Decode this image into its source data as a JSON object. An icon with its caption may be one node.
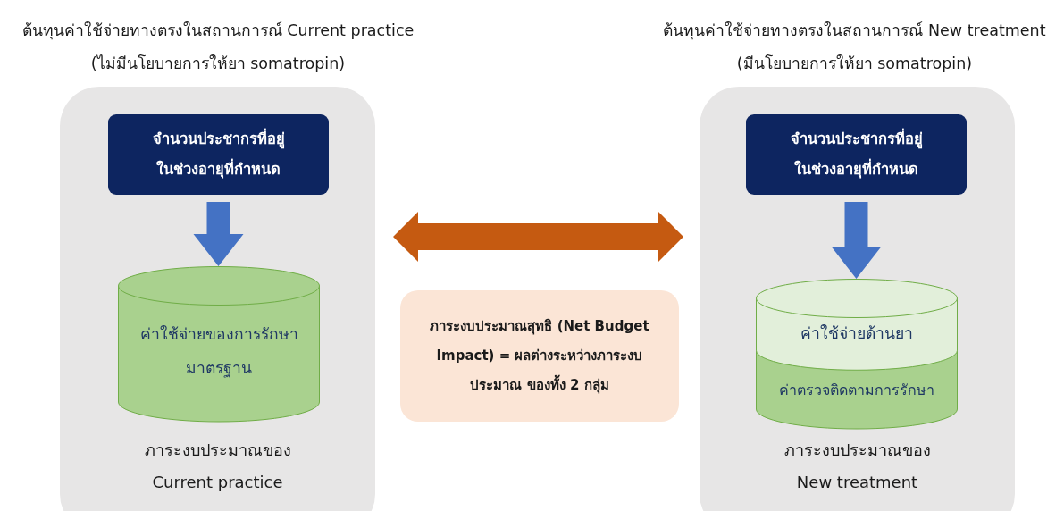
{
  "diagram": {
    "nodes": [
      {
        "text": [
          "ต้นทุนค่าใช้จ่ายทางตรงในสถานการณ์ Current practice (ไม่มีนโยบายการให้ยา somatropin)",
          "ภาระงบประมาณของ Current practice"
        ]
      },
      {
        "text": [
          "จำนวนประชากรที่อยู่ ในช่วงอายุที่กำหนด"
        ],
        "in": 0
      },
      {
        "text": [
          "ค่าใช้จ่ายของการรักษา มาตรฐาน"
        ],
        "in": 0
      },
      {
        "text": [
          "ต้นทุนค่าใช้จ่ายทางตรงในสถานการณ์ New treatment (มีนโยบายการให้ยา somatropin)",
          "ภาระงบประมาณของ New treatment"
        ]
      },
      {
        "text": [
          "จำนวนประชากรที่อยู่ ในช่วงอายุที่กำหนด"
        ],
        "in": 3
      },
      {
        "text": [
          "ค่าใช้จ่ายด้านยา",
          "ค่าตรวจติดตามการรักษา"
        ],
        "in": 3
      },
      {
        "text": [
          "ภาระงบประมาณสุทธิ (Net Budget Impact) = ผลต่างระหว่างภาระงบประมาณ ของทั้ง 2 กลุ่ม"
        ]
      }
    ],
    "edges": [
      {
        "from": 1,
        "to": 2,
        "arrow": "to"
      },
      {
        "from": 4,
        "to": 5,
        "arrow": "to"
      },
      {
        "from": 0,
        "to": 3,
        "arrow": "both",
        "color": "#c55a11"
      }
    ]
  }
}
